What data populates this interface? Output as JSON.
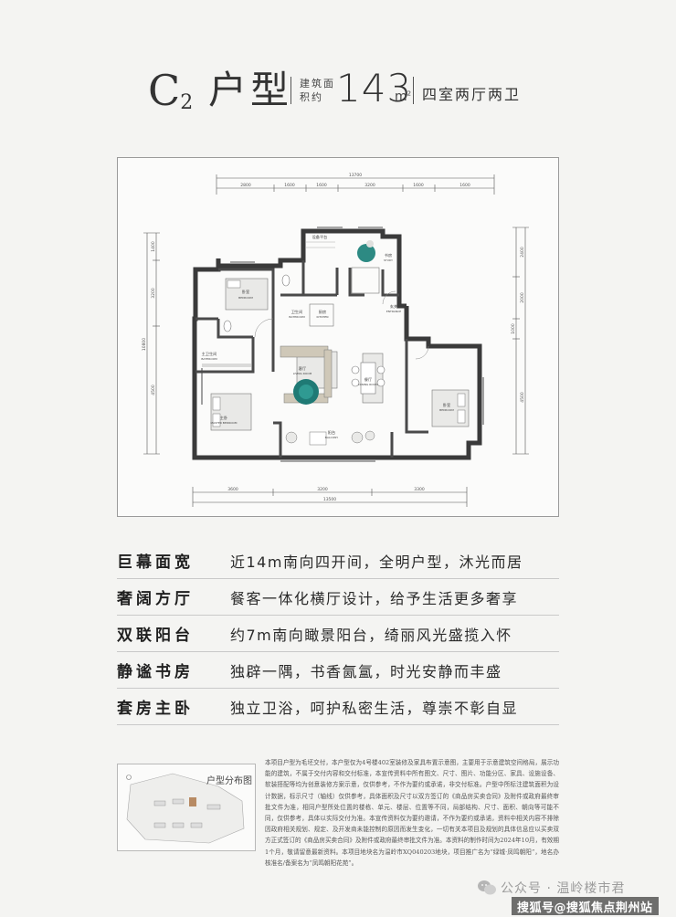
{
  "header": {
    "type_letter": "C",
    "type_number": "2",
    "type_label": "户型",
    "area_label": "建筑面积约",
    "area_value": "143",
    "area_unit": "m",
    "area_unit_sup": "2",
    "rooms": "四室两厅两卫"
  },
  "plan": {
    "dims_top_total": "13700",
    "dims_top": [
      "2800",
      "1600",
      "1600",
      "3200",
      "1600",
      "1600"
    ],
    "dims_bottom": [
      "3600",
      "3200",
      "3300"
    ],
    "dims_bottom_total": "13500",
    "dims_left": [
      "1400",
      "3200",
      "4500"
    ],
    "dims_left_total": "10800",
    "dims_right": [
      "2400",
      "2000",
      "1000",
      "4500"
    ],
    "rooms": {
      "bedroom_nw": "卧室",
      "bedroom_nw_en": "BEDROOM",
      "bath1": "卫生间",
      "bath1_en": "BATHROOM",
      "bath2": "主卫生间",
      "bath2_en": "BATHROOM",
      "platform": "设备平台",
      "study": "书房",
      "study_en": "STUDY",
      "kitchen": "厨房",
      "kitchen_en": "KITCHEN",
      "entrance": "玄关",
      "entrance_en": "ENTRANCE",
      "living": "客厅",
      "living_en": "LIVING ROOM",
      "dining": "餐厅",
      "dining_en": "DINING ROOM",
      "master": "主卧",
      "master_en": "MASTER BEDROOM",
      "bedroom_e": "卧室",
      "bedroom_e_en": "BEDROOM",
      "balcony": "阳台",
      "balcony_en": "BALCONY"
    }
  },
  "features": [
    {
      "title": "巨幕面宽",
      "desc": "近14m南向四开间，全明户型，沐光而居"
    },
    {
      "title": "奢阔方厅",
      "desc": "餐客一体化横厅设计，给予生活更多奢享"
    },
    {
      "title": "双联阳台",
      "desc": "约7m南向瞰景阳台，绮丽风光盛揽入怀"
    },
    {
      "title": "静谧书房",
      "desc": "独辟一隅，书香氤氲，时光安静而丰盛"
    },
    {
      "title": "套房主卧",
      "desc": "独立卫浴，呵护私密生活，尊崇不彰自显"
    }
  ],
  "distribution": {
    "title": "户型分布图"
  },
  "disclaimer": "本项目户型为毛坯交付，本户型仅为4号楼402室装修及家具布置示意图，主要用于示意建筑空间格局，展示功能的建筑，不属于交付内容和交付标准，本宣传资料中所有图文、尺寸、图片、功能分区、家具、设施设备、软装搭配等均为创意装修方案示意，仅供参考，不作为要约或承诺，非交付标准。户型中所标注建筑面积为设计数据，标示尺寸（轴线）仅供参考，具体面积及尺寸以双方签订的《商品房买卖合同》及附件或政府最终审批文件为准，相同户型所处位置的楼栋、单元、楼层、位置等不同，局部结构、尺寸、面积、朝向等可能不同，仅供参考，具体以实际交付为准。本宣传资料仅为要约邀请，不作为要约或承诺，资料中相关内容不排除因政府相关规划、规定、及开发商未能控制的原因而发生变化，一切有关本项目及规划的具体信息应以买卖双方正式签订的《商品房买卖合同》及附件或政府最终审批文件为准。本资料的制作时间为2024年10月，有效期1个月，敬请留意最新资料。本项目地块名为温岭市XQ040203地块，项目推广名为“绿城·凤鸣朝阳”，地名办核准名/备案名为“凤鸣朝阳花苑”。",
  "watermark": {
    "account": "公众号 · 温岭楼市君",
    "source": "搜狐号@搜狐焦点荆州站"
  }
}
